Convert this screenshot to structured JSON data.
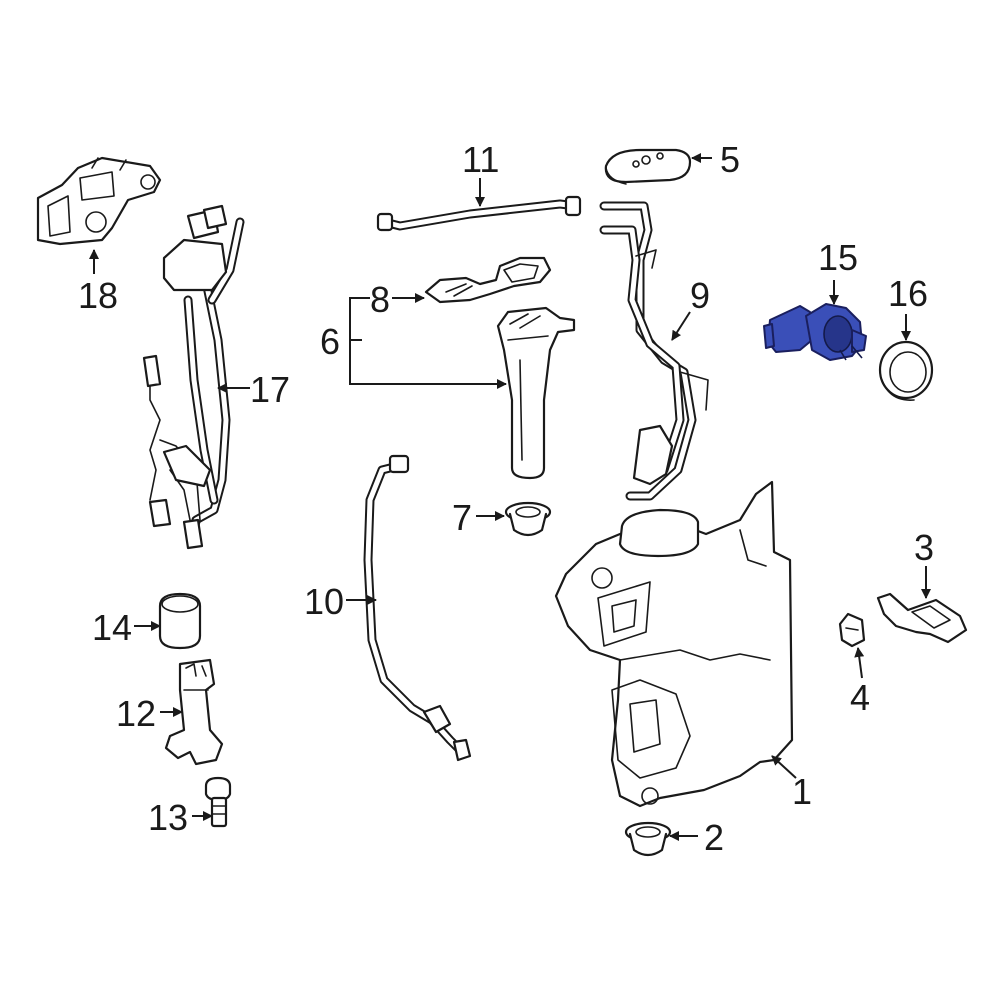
{
  "colors": {
    "line": "#1a1a1a",
    "highlight": "#3a4fb8",
    "background": "#ffffff"
  },
  "callouts": {
    "c1": "1",
    "c2": "2",
    "c3": "3",
    "c4": "4",
    "c5": "5",
    "c6": "6",
    "c7": "7",
    "c8": "8",
    "c9": "9",
    "c10": "10",
    "c11": "11",
    "c12": "12",
    "c13": "13",
    "c14": "14",
    "c15": "15",
    "c16": "16",
    "c17": "17",
    "c18": "18"
  },
  "highlighted_part": "15"
}
